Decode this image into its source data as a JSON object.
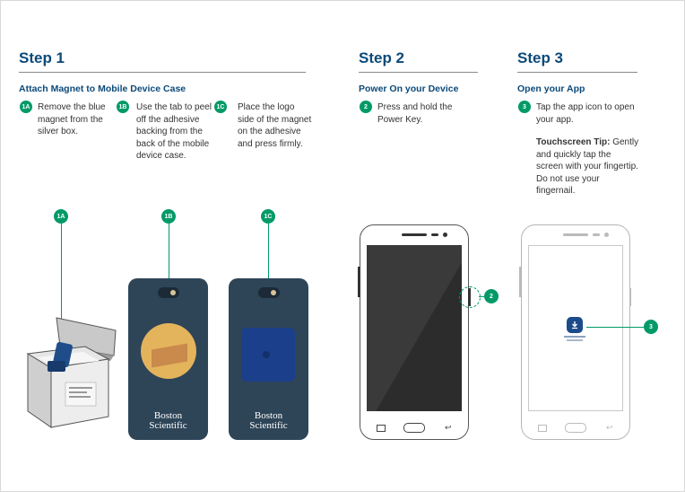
{
  "step1": {
    "title": "Step 1",
    "subtitle": "Attach Magnet to Mobile Device Case",
    "items": [
      {
        "badge": "1A",
        "text": "Remove the blue magnet from the silver box."
      },
      {
        "badge": "1B",
        "text": "Use the tab to peel off the adhesive backing from the back of the mobile device case."
      },
      {
        "badge": "1C",
        "text": "Place the logo side of the magnet on the adhesive and press firmly."
      }
    ]
  },
  "step2": {
    "title": "Step 2",
    "subtitle": "Power On your Device",
    "badge": "2",
    "text": "Press and hold the Power Key."
  },
  "step3": {
    "title": "Step 3",
    "subtitle": "Open your App",
    "badge": "3",
    "text": "Tap the app icon to open your app.",
    "tip_label": "Touchscreen Tip:",
    "tip_text": " Gently and quickly tap the screen with your fingertip. Do not use your fingernail."
  },
  "callouts": {
    "c1a": "1A",
    "c1b": "1B",
    "c1c": "1C",
    "c2": "2",
    "c3": "3"
  },
  "brand": {
    "line1": "Boston",
    "line2": "Scientific"
  },
  "colors": {
    "accent": "#009a68",
    "heading": "#0b4a7a",
    "case": "#2e4558"
  }
}
